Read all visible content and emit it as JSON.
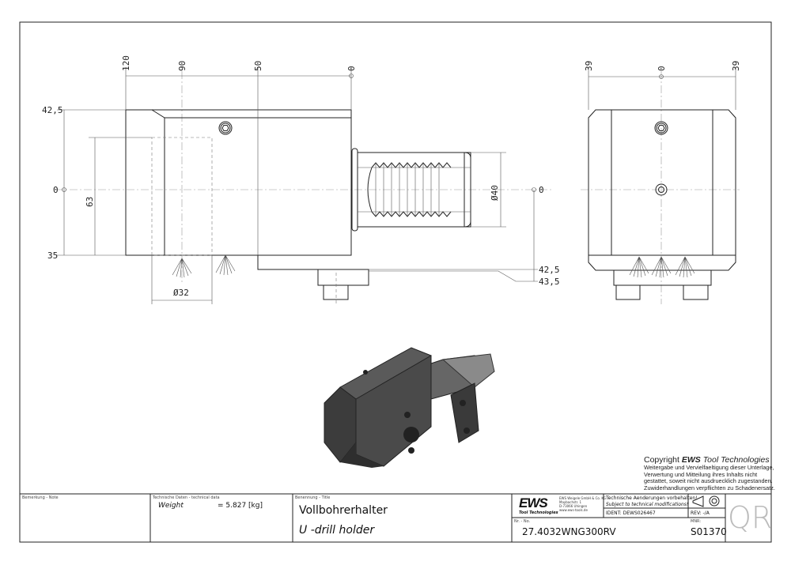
{
  "dimensions": {
    "top_front": [
      "120",
      "90",
      "50",
      "0"
    ],
    "left_front": [
      "42,5",
      "0",
      "35"
    ],
    "height_63": "63",
    "dia_32": "Ø32",
    "dia_40": "Ø40",
    "right_zero": "0",
    "bottom_right": [
      "42,5",
      "43,5"
    ],
    "top_side": [
      "39",
      "0",
      "39"
    ]
  },
  "copyright": {
    "heading_prefix": "Copyright",
    "heading_brand": "EWS",
    "heading_suffix": "Tool Technologies",
    "lines": [
      "Weitergabe und Vervielfaeltigung dieser Unterlage,",
      "Verwertung und Mitteilung ihres Inhalts nicht",
      "gestattet, soweit nicht ausdruecklich zugestanden.",
      "Zuwiderhandlungen verpflichten zu Schadenersatz."
    ]
  },
  "title_block": {
    "note_label": "Bemerkung - Note",
    "tech_label": "Technische Daten - technical data",
    "weight_label": "Weight",
    "weight_value": "= 5.827 [kg]",
    "title_label": "Benennung - Title",
    "title_de": "Vollbohrerhalter",
    "title_en": "U -drill holder",
    "logo_text": "EWS",
    "logo_sub": "Tool Technologies",
    "company_lines": [
      "EWS Weigele GmbH & Co. KG",
      "Maybachstr. 1",
      "D-73066 Uhingen",
      "www.ews-tools.de"
    ],
    "changes_de": "Technische Aenderungen vorbehalten!",
    "changes_en": "Subject to technical modifications!",
    "ident": "IDENT:  DEWS026467",
    "rev": "REV:  -/A",
    "nr_label": "Nr. - No.",
    "part_number": "27.4032WNG300RV",
    "mnr_label": "MNR:",
    "mnr": "S01370",
    "qr": "QR"
  }
}
